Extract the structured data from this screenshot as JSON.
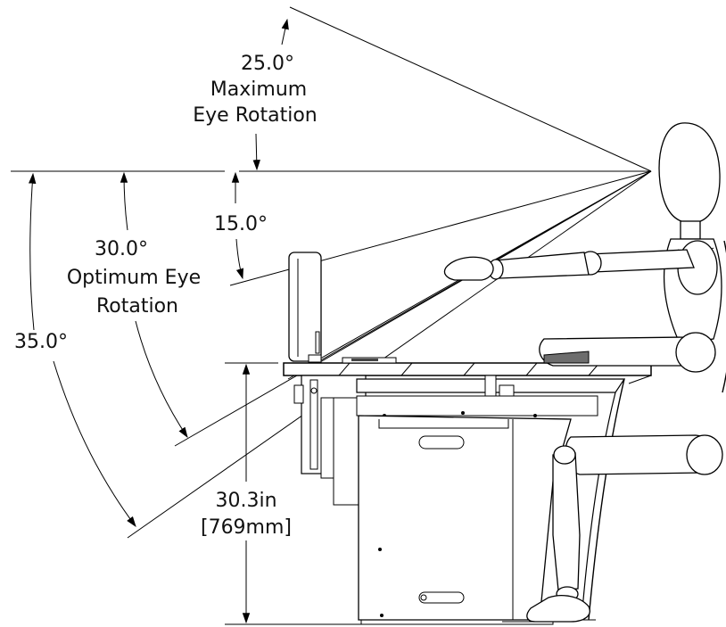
{
  "labels": {
    "max_angle": "25.0°",
    "max_title_1": "Maximum",
    "max_title_2": "Eye Rotation",
    "angle_15": "15.0°",
    "opt_angle": "30.0°",
    "opt_title_1": "Optimum Eye",
    "opt_title_2": "Rotation",
    "angle_35": "35.0°",
    "height_in": "30.3in",
    "height_mm": "[769mm]"
  }
}
